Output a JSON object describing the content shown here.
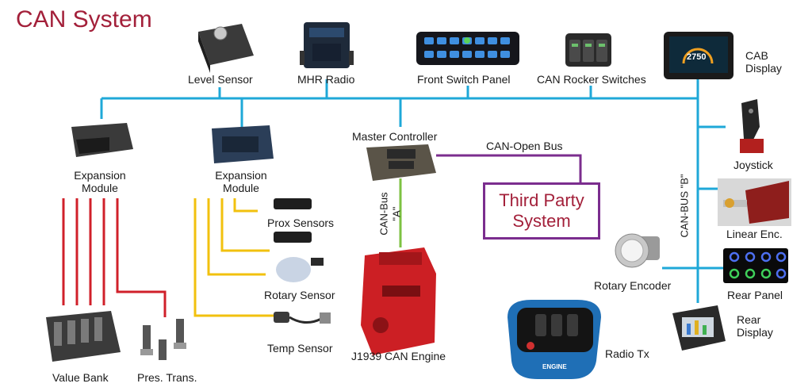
{
  "title": "CAN System",
  "colors": {
    "can_bus": "#1fa8d8",
    "can_open": "#7b2d8e",
    "can_a": "#7dc242",
    "red_lines": "#d0202a",
    "yellow_lines": "#f2c10e",
    "title": "#a3203a"
  },
  "labels": {
    "level_sensor": "Level Sensor",
    "mhr_radio": "MHR Radio",
    "front_switch_panel": "Front Switch Panel",
    "can_rocker_switches": "CAN Rocker Switches",
    "cab_display_1": "CAB",
    "cab_display_2": "Display",
    "master_controller": "Master Controller",
    "can_open_bus": "CAN-Open Bus",
    "expansion_module_left_1": "Expansion",
    "expansion_module_left_2": "Module",
    "expansion_module_mid_1": "Expansion",
    "expansion_module_mid_2": "Module",
    "prox_sensors": "Prox Sensors",
    "rotary_sensor": "Rotary Sensor",
    "temp_sensor": "Temp Sensor",
    "value_bank": "Value Bank",
    "pres_trans": "Pres. Trans.",
    "can_bus_a_1": "CAN-Bus",
    "can_bus_a_2": "\"A\"",
    "j1939_engine": "J1939 CAN Engine",
    "third_party_1": "Third Party",
    "third_party_2": "System",
    "can_bus_b": "CAN-BUS \"B\"",
    "joystick": "Joystick",
    "linear_enc": "Linear Enc.",
    "rotary_encoder": "Rotary Encoder",
    "rear_panel": "Rear Panel",
    "rear_display_1": "Rear",
    "rear_display_2": "Display",
    "radio_tx": "Radio Tx",
    "cab_screen_value": "2750",
    "engine_brand": "ENGINE"
  },
  "icons": {
    "level_sensor": "level-sensor-device",
    "mhr_radio": "radio-module",
    "front_switch_panel": "switch-panel",
    "can_rocker_switches": "rocker-switches",
    "cab_display": "display-screen",
    "joystick": "joystick",
    "linear_enc": "linear-encoder",
    "rotary_encoder": "push-button-encoder",
    "rear_panel": "switch-panel",
    "rear_display": "display-screen",
    "radio_tx": "remote-transmitter",
    "engine": "engine",
    "master_controller": "controller-module",
    "expansion_module": "controller-module",
    "prox_sensor": "proximity-sensor",
    "rotary_sensor": "rotary-sensor",
    "temp_sensor": "temperature-sensor",
    "value_bank": "hydraulic-valve-bank",
    "pres_trans": "pressure-transducer"
  }
}
